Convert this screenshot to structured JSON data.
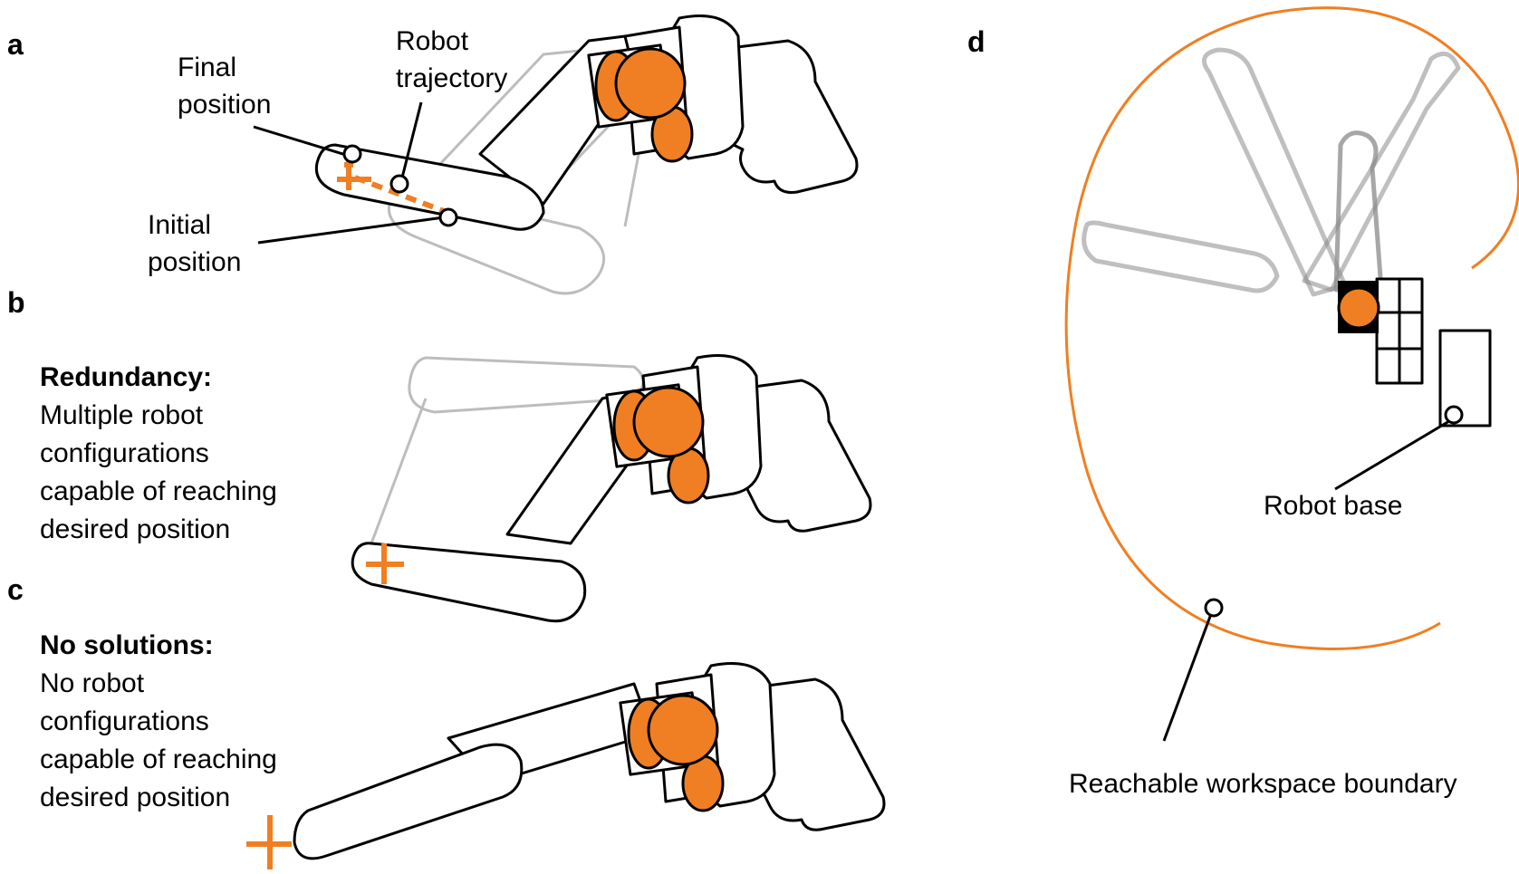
{
  "panels": {
    "a": {
      "letter": "a",
      "final_position": [
        "Final",
        "position"
      ],
      "robot_trajectory": [
        "Robot",
        "trajectory"
      ],
      "initial_position": [
        "Initial",
        "position"
      ]
    },
    "b": {
      "letter": "b",
      "heading": "Redundancy:",
      "body": [
        "Multiple robot",
        "configurations",
        "capable of reaching",
        "desired position"
      ]
    },
    "c": {
      "letter": "c",
      "heading": "No solutions:",
      "body": [
        "No robot",
        "configurations",
        "capable of reaching",
        "desired position"
      ]
    },
    "d": {
      "letter": "d",
      "robot_base": "Robot base",
      "workspace_boundary": "Reachable workspace boundary"
    }
  },
  "colors": {
    "accent": "#ef7f22",
    "outline": "#000000",
    "ghost": "#bdbdbd",
    "ghost_dark": "#8a8a8a"
  }
}
